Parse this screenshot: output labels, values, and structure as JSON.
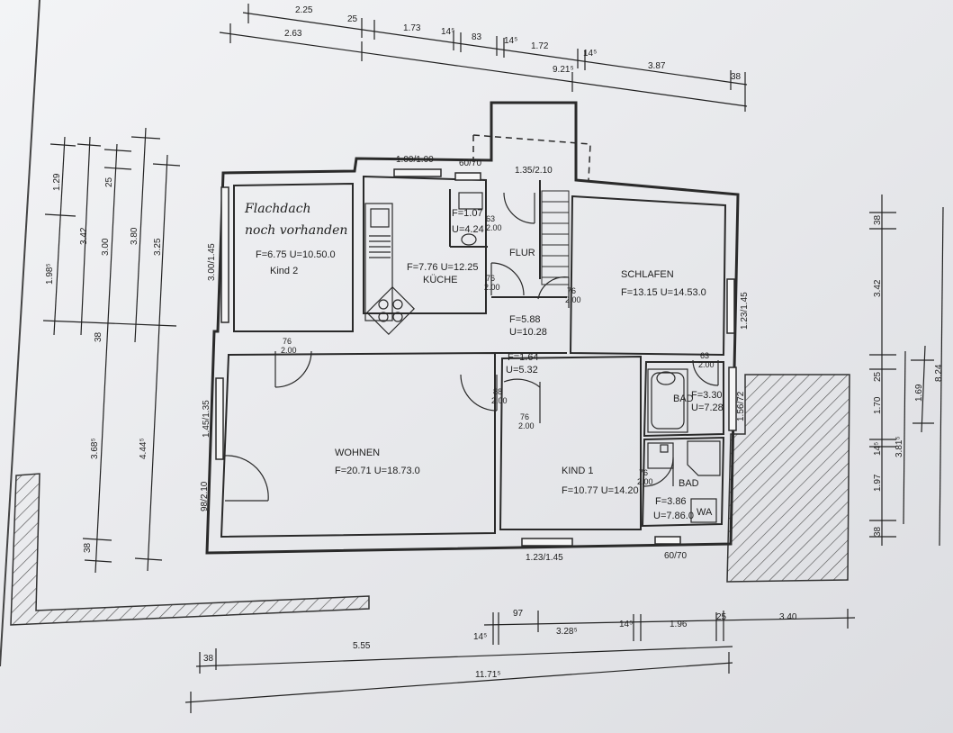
{
  "colors": {
    "paper": "#eceef1",
    "ink": "#222222",
    "wall": "#2a2a2a",
    "hatch": "#555555"
  },
  "note": {
    "line1": "Flachdach",
    "line2": "noch vorhanden"
  },
  "rooms": {
    "kind2": {
      "area": "F=6.75 U=10.50.0",
      "name": "Kind 2"
    },
    "wc": {
      "area": "F=1.07",
      "perimeter": "U=4.24"
    },
    "kueche": {
      "area": "F=7.76 U=12.25",
      "name": "KÜCHE"
    },
    "flur": {
      "name": "FLUR",
      "area": "F=5.88",
      "perimeter": "U=10.28"
    },
    "diele": {
      "area": "F=1.64",
      "perimeter": "U=5.32"
    },
    "schlafen": {
      "name": "SCHLAFEN",
      "area": "F=13.15 U=14.53.0"
    },
    "bad1": {
      "name": "BAD",
      "area": "F=3.30",
      "perimeter": "U=7.28"
    },
    "wohnen": {
      "name": "WOHNEN",
      "area": "F=20.71 U=18.73.0"
    },
    "kind1": {
      "name": "KIND 1",
      "area": "F=10.77 U=14.20"
    },
    "bad2": {
      "name": "BAD",
      "area": "F=3.86",
      "perimeter": "U=7.86.0",
      "fixture": "WA"
    }
  },
  "openings": {
    "win_kitchen": "1.00/1.00",
    "win_wc": "60/70",
    "win_entry": "1.35/2.10",
    "win_kind2": "3.00/1.45",
    "win_wohnen": "1.45/1.35",
    "door_wohnen": "98/2.10",
    "win_schlafen": "1.23/1.45",
    "win_bad1": "1.56/72",
    "win_kind1": "1.23/1.45",
    "win_bad2": "60/70"
  },
  "doors": {
    "d_kind2_top": "76",
    "d_kind2_bot": "2.00",
    "d_wc_top": "63",
    "d_wc_bot": "2.00",
    "d_kueche_top": "76",
    "d_kueche_bot": "2.00",
    "d_schlafen_top": "76",
    "d_schlafen_bot": "2.00",
    "d_bad1_top": "63",
    "d_bad1_bot": "2.00",
    "d_wohnen_top": "88",
    "d_wohnen_bot": "2.00",
    "d_kind1_top": "76",
    "d_kind1_bot": "2.00",
    "d_bad2_top": "76",
    "d_bad2_bot": "2.00"
  },
  "dims_top": {
    "a1": "2.25",
    "a2": "25",
    "a3": "1.73",
    "a4": "14⁵",
    "a5": "83",
    "a6": "14⁵",
    "a7": "1.72",
    "a8": "14⁵",
    "a9": "38",
    "b1": "2.63",
    "b2": "9.21⁵",
    "b3": "3.87"
  },
  "dims_left": {
    "c1": "1.29",
    "c2": "3.42",
    "c3": "25",
    "c4": "3.00",
    "c5": "3.80",
    "c6": "3.25",
    "c7": "1.98⁵",
    "c8": "38",
    "c9": "3.68⁵",
    "c10": "4.44⁵",
    "c11": "38"
  },
  "dims_right": {
    "r1": "38",
    "r2": "3.42",
    "r3": "25",
    "r4": "1.70",
    "r5": "1.69",
    "r6": "8.24",
    "r7": "14⁵",
    "r8": "3.81⁵",
    "r9": "1.97",
    "r10": "38"
  },
  "dims_bottom": {
    "e1": "97",
    "e2": "14⁵",
    "e3": "3.28⁵",
    "e4": "14⁵",
    "e5": "1.96",
    "e6": "25",
    "e7": "3.40",
    "f1": "38",
    "f2": "5.55",
    "f3": "11.71⁵"
  }
}
